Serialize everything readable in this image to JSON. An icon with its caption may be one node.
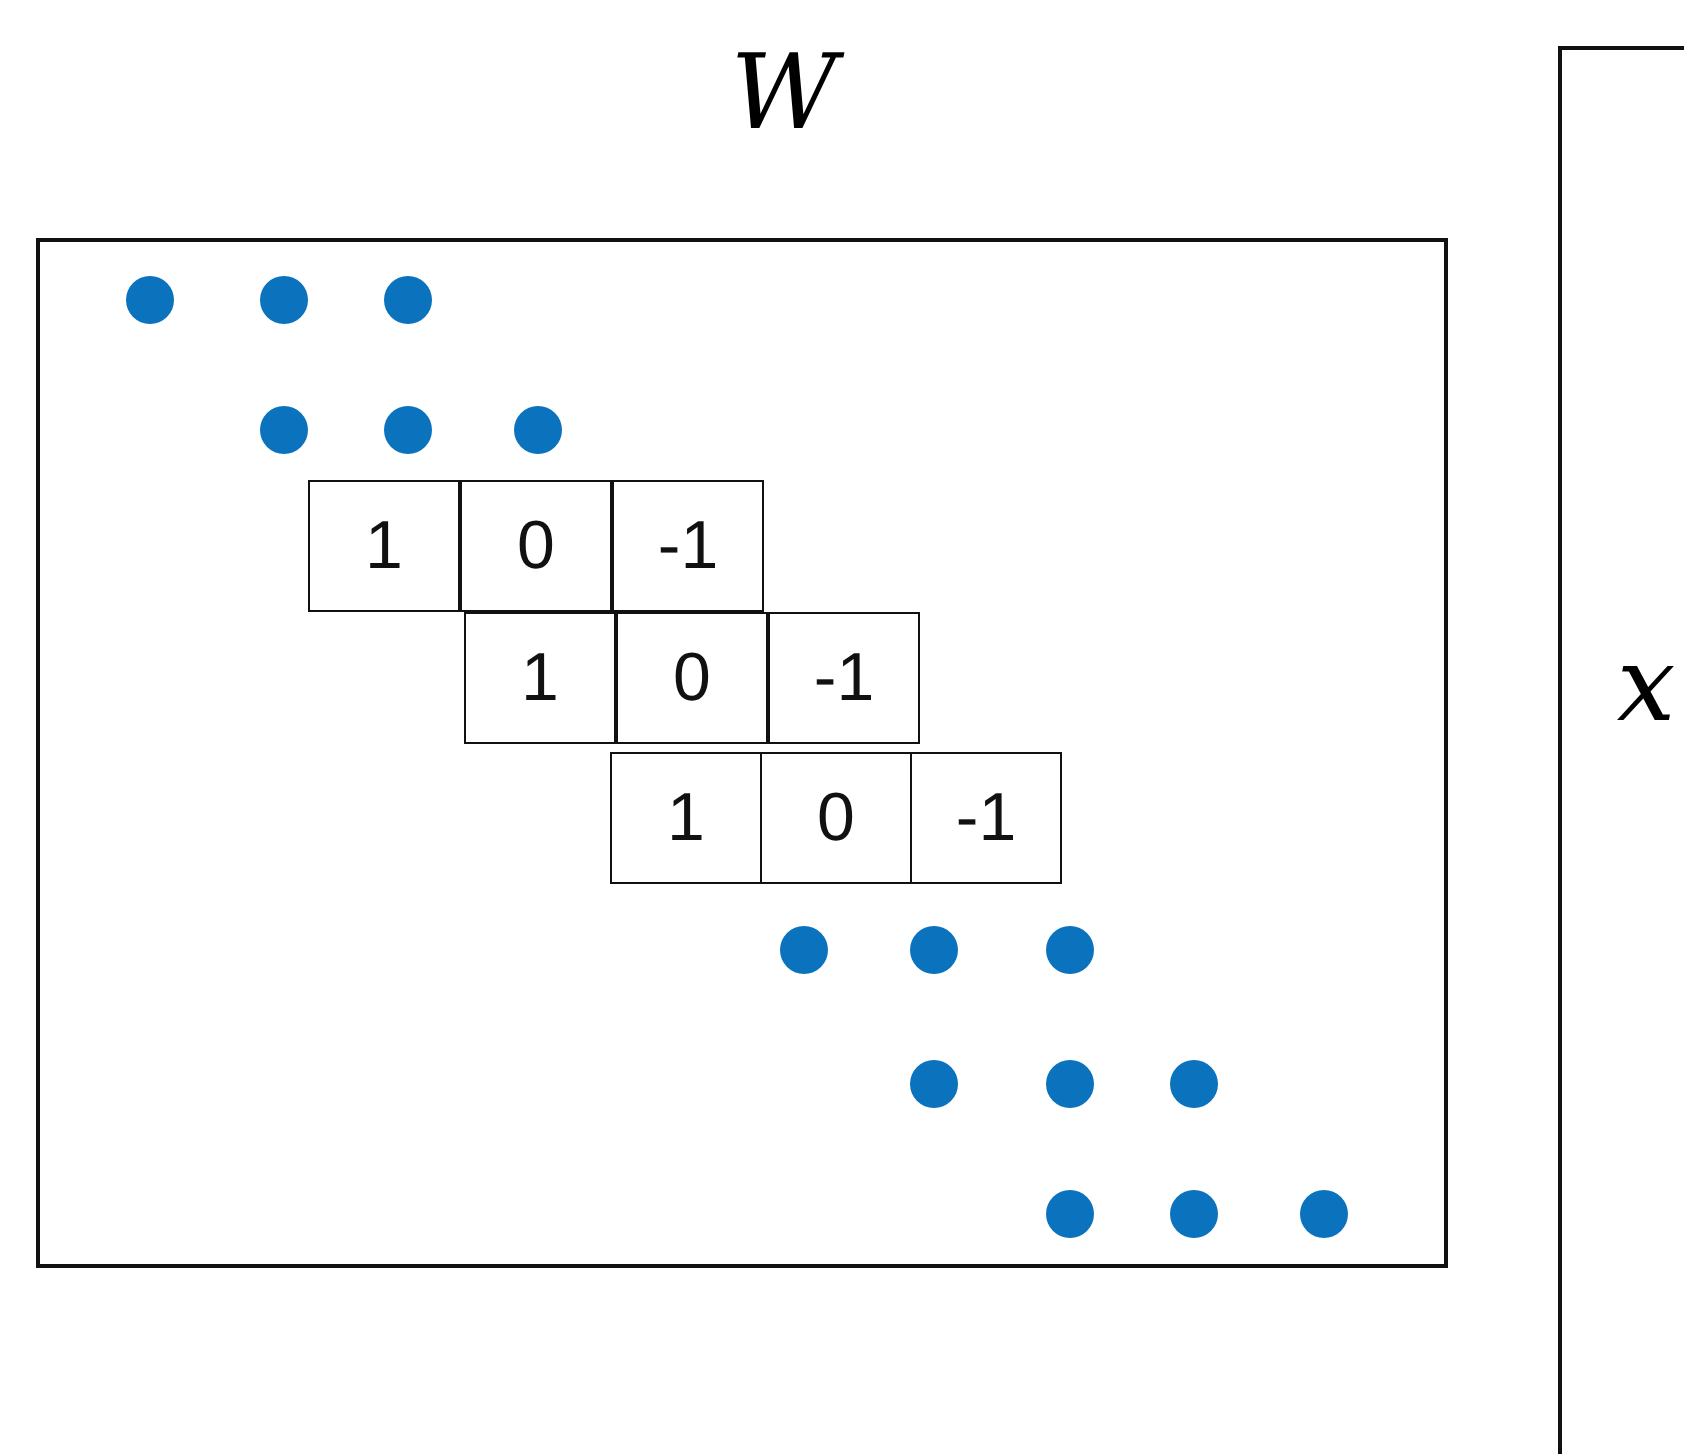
{
  "diagram": {
    "nodes": [
      {
        "text": [
          "W"
        ]
      },
      {
        "text": [
          "1"
        ],
        "in": 0
      },
      {
        "text": [
          "0"
        ],
        "in": 0
      },
      {
        "text": [
          "-1"
        ],
        "in": 0
      },
      {
        "text": [
          "1"
        ],
        "in": 0
      },
      {
        "text": [
          "0"
        ],
        "in": 0
      },
      {
        "text": [
          "-1"
        ],
        "in": 0
      },
      {
        "text": [
          "1"
        ],
        "in": 0
      },
      {
        "text": [
          "0"
        ],
        "in": 0
      },
      {
        "text": [
          "-1"
        ],
        "in": 0
      },
      {
        "text": [
          "x"
        ]
      }
    ]
  }
}
